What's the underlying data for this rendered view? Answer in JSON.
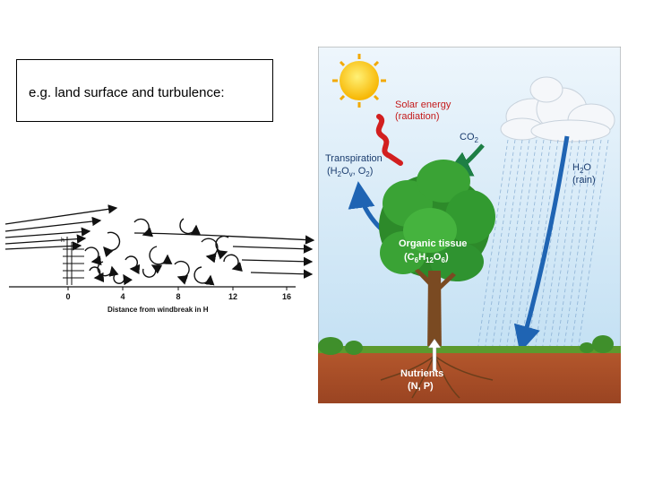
{
  "caption": {
    "text": "e.g. land surface and turbulence:"
  },
  "windbreak": {
    "axis_label": "Distance from windbreak in H",
    "y_label": "h",
    "ticks": [
      "0",
      "4",
      "8",
      "12",
      "16"
    ]
  },
  "ecosystem": {
    "solar_line1": "Solar energy",
    "solar_line2": "(radiation)",
    "co2": "CO",
    "co2_sub": "2",
    "transp_line1": "Transpiration",
    "transp_line2": "(H",
    "transp_sub1": "2",
    "transp_o": "O",
    "transp_v": "v",
    "transp_o2": ", O",
    "transp_sub2": "2",
    "transp_close": ")",
    "h2o_h": "H",
    "h2o_sub": "2",
    "h2o_o": "O",
    "rain": "(rain)",
    "organic_line1": "Organic tissue",
    "organic_c": "(C",
    "organic_6a": "6",
    "organic_h": "H",
    "organic_12": "12",
    "organic_o": "O",
    "organic_6b": "6",
    "organic_close": ")",
    "nutrients_line1": "Nutrients",
    "nutrients_line2": "(N, P)"
  }
}
